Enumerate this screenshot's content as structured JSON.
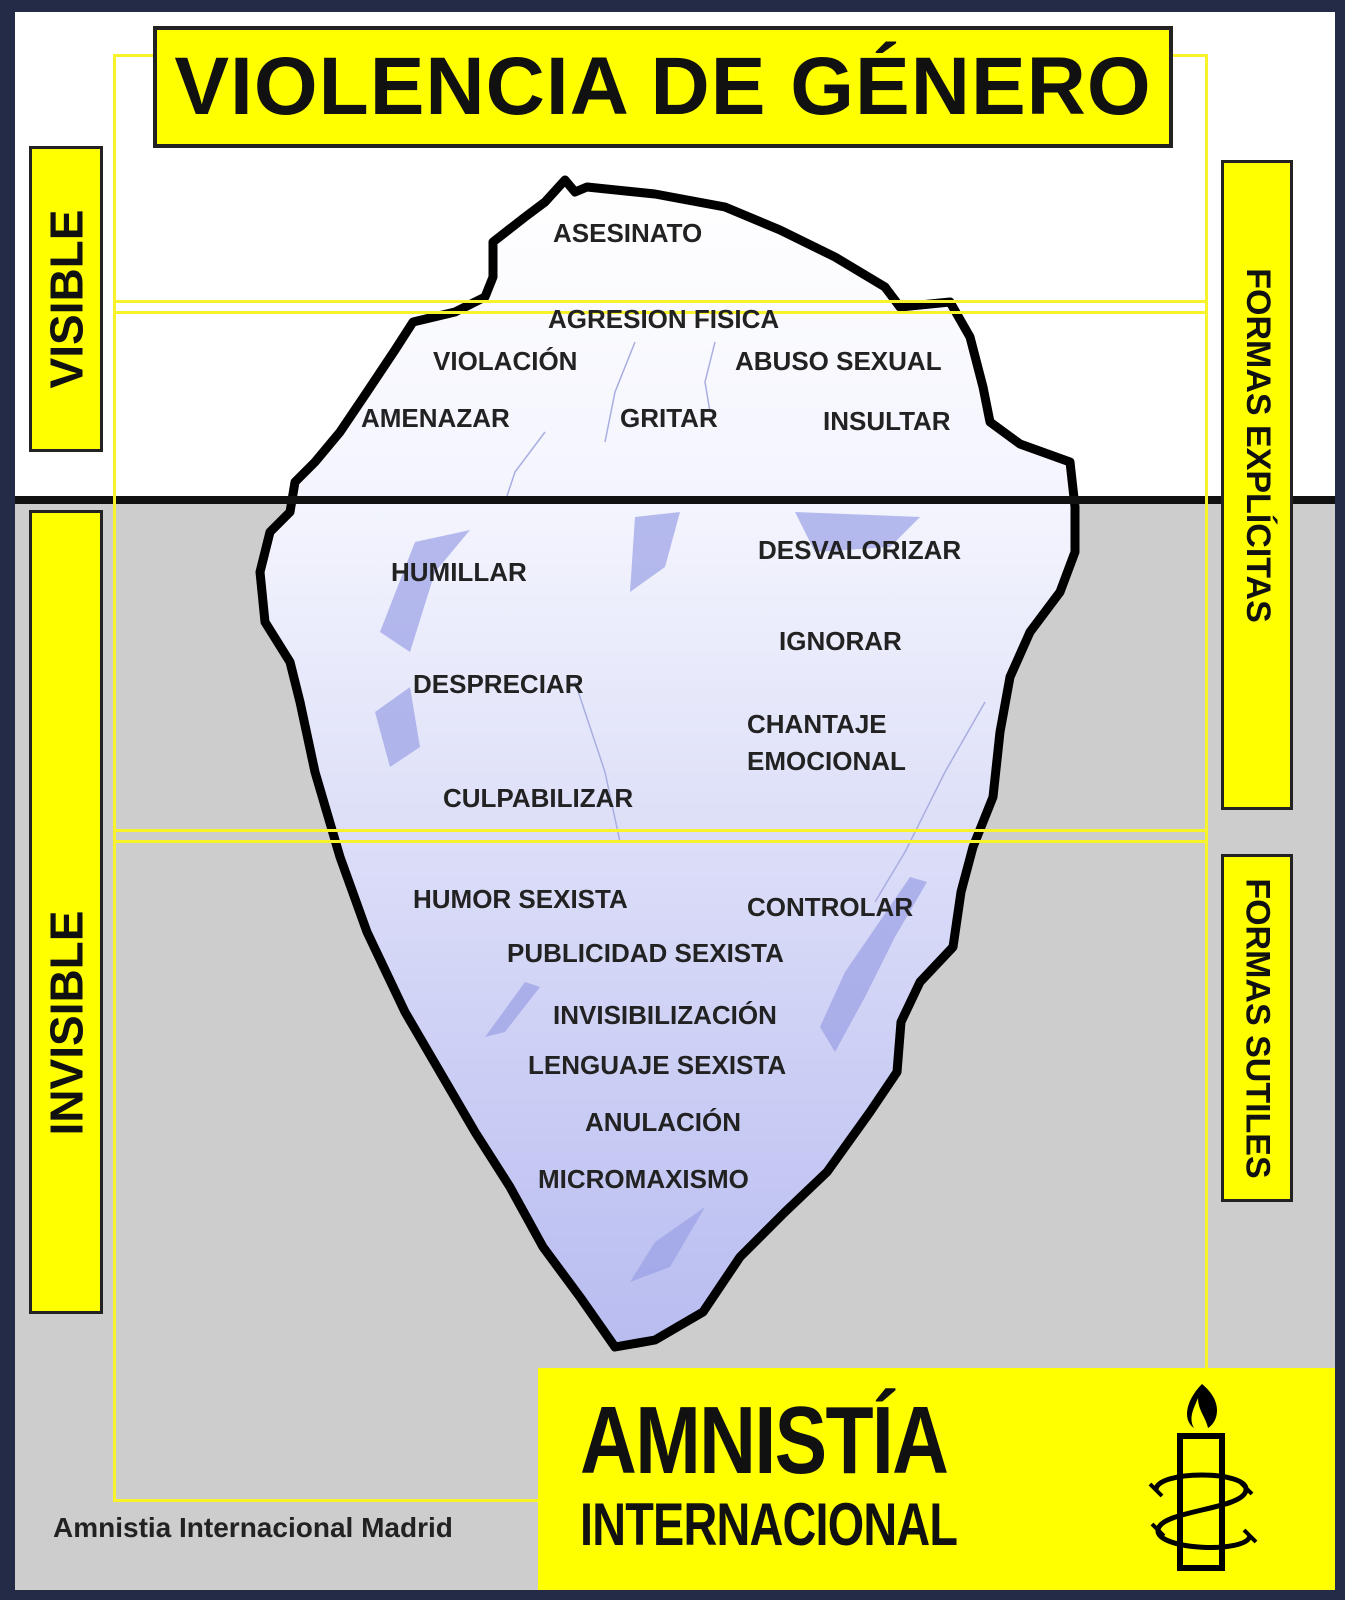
{
  "title": "VIOLENCIA DE GÉNERO",
  "labels": {
    "visible": "VISIBLE",
    "invisible": "INVISIBLE",
    "explicit": "FORMAS EXPLÍCITAS",
    "subtle": "FORMAS SUTILES"
  },
  "terms": {
    "asesinato": "ASESINATO",
    "agresion_fisica": "AGRESION FISICA",
    "violacion": "VIOLACIÓN",
    "abuso_sexual": "ABUSO SEXUAL",
    "amenazar": "AMENAZAR",
    "gritar": "GRITAR",
    "insultar": "INSULTAR",
    "humillar": "HUMILLAR",
    "desvalorizar": "DESVALORIZAR",
    "ignorar": "IGNORAR",
    "despreciar": "DESPRECIAR",
    "chantaje_1": "CHANTAJE",
    "chantaje_2": "EMOCIONAL",
    "culpabilizar": "CULPABILIZAR",
    "humor_sexista": "HUMOR SEXISTA",
    "controlar": "CONTROLAR",
    "publicidad_sexista": "PUBLICIDAD SEXISTA",
    "invisibilizacion": "INVISIBILIZACIÓN",
    "lenguaje_sexista": "LENGUAJE SEXISTA",
    "anulacion": "ANULACIÓN",
    "micromaxismo": "MICROMAXISMO"
  },
  "logo": {
    "line1": "AMNISTÍA",
    "line2": "INTERNACIONAL",
    "icon": "candle-barbed-wire-icon"
  },
  "credit": "Amnistia Internacional Madrid",
  "colors": {
    "highlight": "#ffff00",
    "frame": "#f7f22a",
    "underwater": "#cdcdcd",
    "ice": "#c3c6f2",
    "outline": "#000000"
  }
}
